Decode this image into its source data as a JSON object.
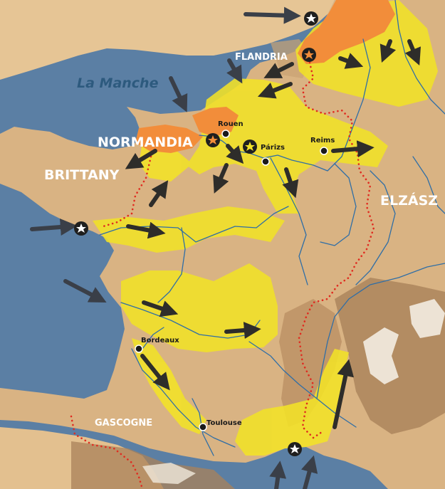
{
  "map": {
    "sea_label": "La Manche",
    "regions": {
      "flandria": "FLANDRIA",
      "normandia": "NORMANDIA",
      "brittany": "BRITTANY",
      "elzasz": "ELZÁSZ",
      "gascogne": "GASCOGNE"
    },
    "cities": {
      "rouen": "Rouen",
      "parizs": "Párizs",
      "reims": "Reims",
      "bordeaux": "Bordeaux",
      "toulouse": "Toulouse"
    },
    "colors": {
      "sea": "#5b7fa4",
      "land": "#d9b383",
      "foreign_land": "#e6c595",
      "influence_yellow": "#f2e227",
      "core_orange": "#f28d3a",
      "river": "#2f6ea6",
      "border": "#e02b20",
      "arrow": "#2e2d2a"
    }
  }
}
